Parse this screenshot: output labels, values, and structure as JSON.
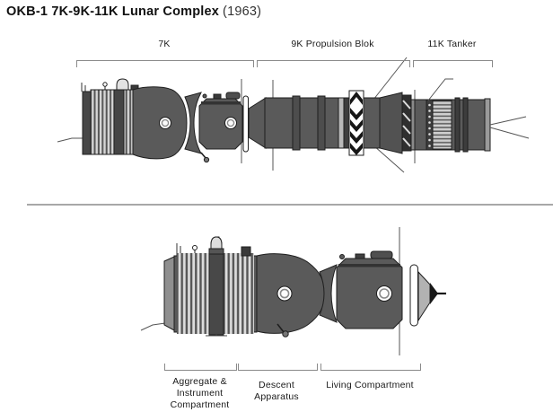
{
  "title": {
    "main": "OKB-1 7K-9K-11K Lunar Complex",
    "year": "(1963)"
  },
  "top_diagram": {
    "sections": [
      {
        "label": "7K"
      },
      {
        "label": "9K Propulsion Blok"
      },
      {
        "label": "11K Tanker"
      }
    ]
  },
  "bottom_diagram": {
    "sections": [
      {
        "label": "Aggregate & Instrument Compartment"
      },
      {
        "label": "Descent Apparatus"
      },
      {
        "label": "Living Compartment"
      }
    ]
  },
  "colors": {
    "body": "#5a5a5a",
    "outline": "#1f1f1f",
    "bracket": "#8a8a8a",
    "text": "#1a1a1a",
    "background": "#ffffff"
  }
}
